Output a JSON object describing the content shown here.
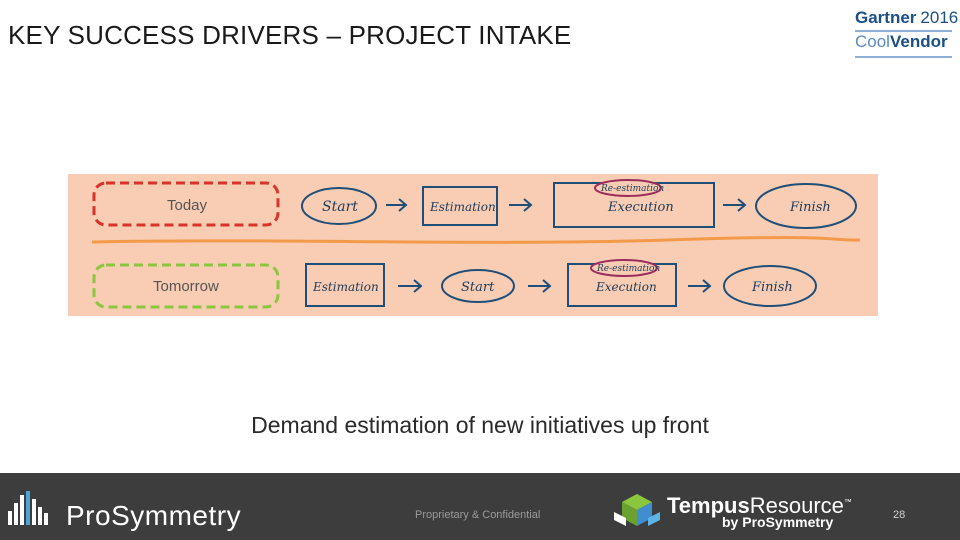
{
  "slide": {
    "title": "KEY SUCCESS DRIVERS – PROJECT INTAKE",
    "caption": "Demand estimation of new initiatives up front"
  },
  "gartner_badge": {
    "brand": "Gartner",
    "year": "2016",
    "line2_a": "Cool",
    "line2_b": "Vendor"
  },
  "diagram": {
    "background_color": "#f8cdb3",
    "rows": [
      {
        "label": "Today",
        "label_color": "#d9342b",
        "steps": [
          "Start",
          "Estimation",
          "Execution",
          "Finish"
        ],
        "annotation": "Re-estimation"
      },
      {
        "label": "Tomorrow",
        "label_color": "#8cc63f",
        "steps": [
          "Estimation",
          "Start",
          "Execution",
          "Finish"
        ],
        "annotation": "Re-estimation"
      }
    ]
  },
  "footer": {
    "brand": "ProSymmetry",
    "confidential": "Proprietary & Confidential",
    "product_name_a": "Tempus",
    "product_name_b": "Resource",
    "product_tm": "™",
    "product_sub": "by ProSymmetry",
    "page_number": "28"
  }
}
